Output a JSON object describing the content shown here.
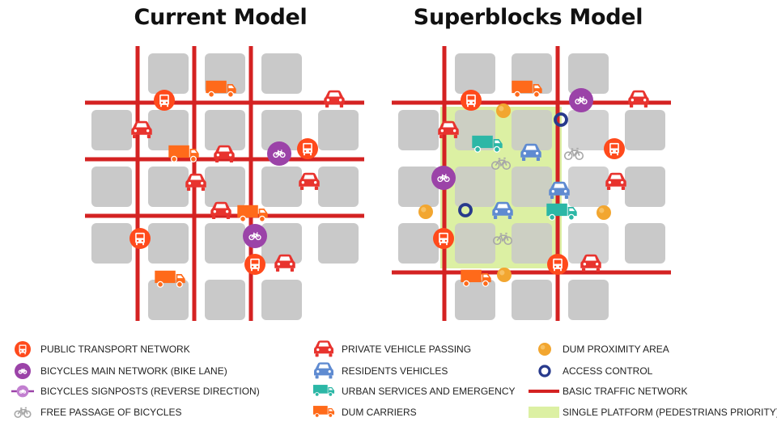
{
  "titles": {
    "left": "Current Model",
    "right": "Superblocks Model"
  },
  "colors": {
    "road": "#d42222",
    "block": "#c9c9c9",
    "platform": "#dcf0a3",
    "public_transport": "#ff4a1c",
    "bike_main": "#9b43a8",
    "bike_signpost": "#c27fd0",
    "free_bike": "#a8a8a8",
    "private_vehicle": "#e8332e",
    "resident_vehicle": "#5f8bd1",
    "urban_services": "#2cb7a6",
    "dum_carrier": "#ff6a1a",
    "dum_area": "#f2a630",
    "access_control": "#283a8c"
  },
  "legend": {
    "col1": [
      {
        "icon": "bus-icon",
        "label": "PUBLIC TRANSPORT NETWORK"
      },
      {
        "icon": "bike-main-icon",
        "label": "BICYCLES MAIN NETWORK (BIKE LANE)"
      },
      {
        "icon": "bike-signpost-icon",
        "label": "BICYCLES SIGNPOSTS (REVERSE DIRECTION)"
      },
      {
        "icon": "free-bike-icon",
        "label": "FREE PASSAGE OF BICYCLES"
      }
    ],
    "col2": [
      {
        "icon": "private-car-icon",
        "label": "PRIVATE VEHICLE PASSING"
      },
      {
        "icon": "resident-car-icon",
        "label": "RESIDENTS VEHICLES"
      },
      {
        "icon": "service-truck-icon",
        "label": "URBAN SERVICES AND EMERGENCY"
      },
      {
        "icon": "dum-truck-icon",
        "label": "DUM CARRIERS"
      }
    ],
    "col3": [
      {
        "icon": "dum-area-icon",
        "label": "DUM PROXIMITY AREA"
      },
      {
        "icon": "access-control-icon",
        "label": "ACCESS CONTROL"
      },
      {
        "icon": "road-line-icon",
        "label": "BASIC TRAFFIC NETWORK"
      },
      {
        "icon": "platform-icon",
        "label": "SINGLE PLATFORM (PEDESTRIANS PRIORITY)"
      }
    ]
  }
}
